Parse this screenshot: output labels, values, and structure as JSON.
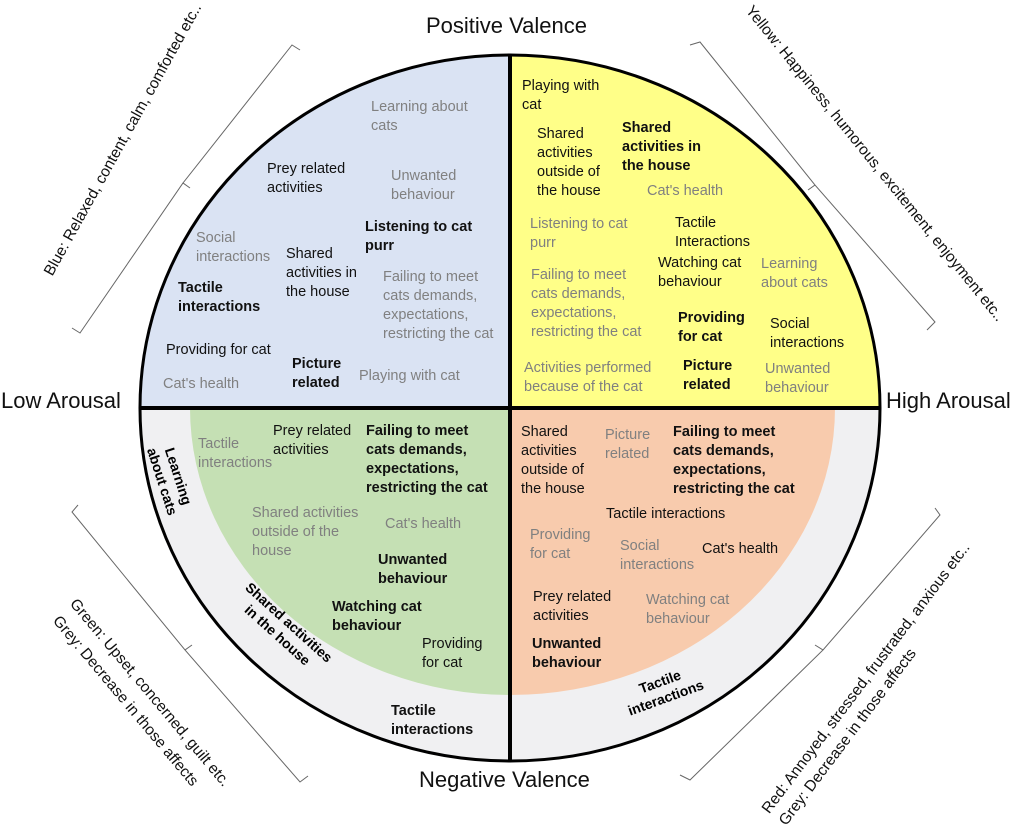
{
  "axes": {
    "top": "Positive Valence",
    "bottom": "Negative Valence",
    "left": "Low Arousal",
    "right": "High Arousal"
  },
  "legend": {
    "blue": "Blue: Relaxed, content, calm, comforted etc..",
    "yellow": "Yellow: Happiness, humorous, excitement, enjoyment etc..",
    "green": "Green: Upset, concerned, guilt etc.",
    "green_grey": "Grey: Decrease in those affects",
    "red": "Red: Annoyed, stressed, frustrated, anxious etc..",
    "red_grey": "Grey: Decrease in those affects"
  },
  "colors": {
    "blue": "#dae3f3",
    "yellow": "#ffff88",
    "green": "#c5e0b4",
    "orange": "#f8cbad",
    "grey_ring": "#f0f0f2",
    "muted_text": "#808080"
  },
  "quadrants": {
    "blue": [
      "Learning about\ncats",
      "Prey related\nactivities",
      "Unwanted\nbehaviour",
      "Listening to cat\npurr",
      "Social\ninteractions",
      "Shared\nactivities in\nthe house",
      "Failing to meet\ncats demands,\nexpectations,\nrestricting the cat",
      "Tactile\ninteractions",
      "Providing for cat",
      "Picture\nrelated",
      "Cat's health",
      "Playing with cat"
    ],
    "yellow": [
      "Playing with\ncat",
      "Shared\nactivities\noutside of\nthe house",
      "Shared\nactivities in\nthe house",
      "Cat's health",
      "Listening to cat\npurr",
      "Tactile\nInteractions",
      "Watching cat\nbehaviour",
      "Learning\nabout cats",
      "Failing to meet\ncats demands,\nexpectations,\nrestricting the cat",
      "Providing\nfor cat",
      "Social\ninteractions",
      "Activities performed\nbecause of the cat",
      "Picture\nrelated",
      "Unwanted\nbehaviour"
    ],
    "green": [
      "Tactile\ninteractions",
      "Prey related\nactivities",
      "Failing to meet\ncats demands,\nexpectations,\nrestricting the cat",
      "Shared activities\noutside of the\nhouse",
      "Cat's health",
      "Unwanted\nbehaviour",
      "Watching cat\nbehaviour",
      "Providing\nfor cat",
      "Tactile\ninteractions",
      "Learning\nabout cats",
      "Shared activities\nin the house"
    ],
    "orange": [
      "Shared\nactivities\noutside of\nthe house",
      "Picture\nrelated",
      "Failing to meet\ncats demands,\nexpectations,\nrestricting the cat",
      "Tactile interactions",
      "Providing\nfor cat",
      "Social\ninteractions",
      "Cat's health",
      "Prey related\nactivities",
      "Watching cat\nbehaviour",
      "Unwanted\nbehaviour",
      "Tactile\ninteractions"
    ]
  }
}
